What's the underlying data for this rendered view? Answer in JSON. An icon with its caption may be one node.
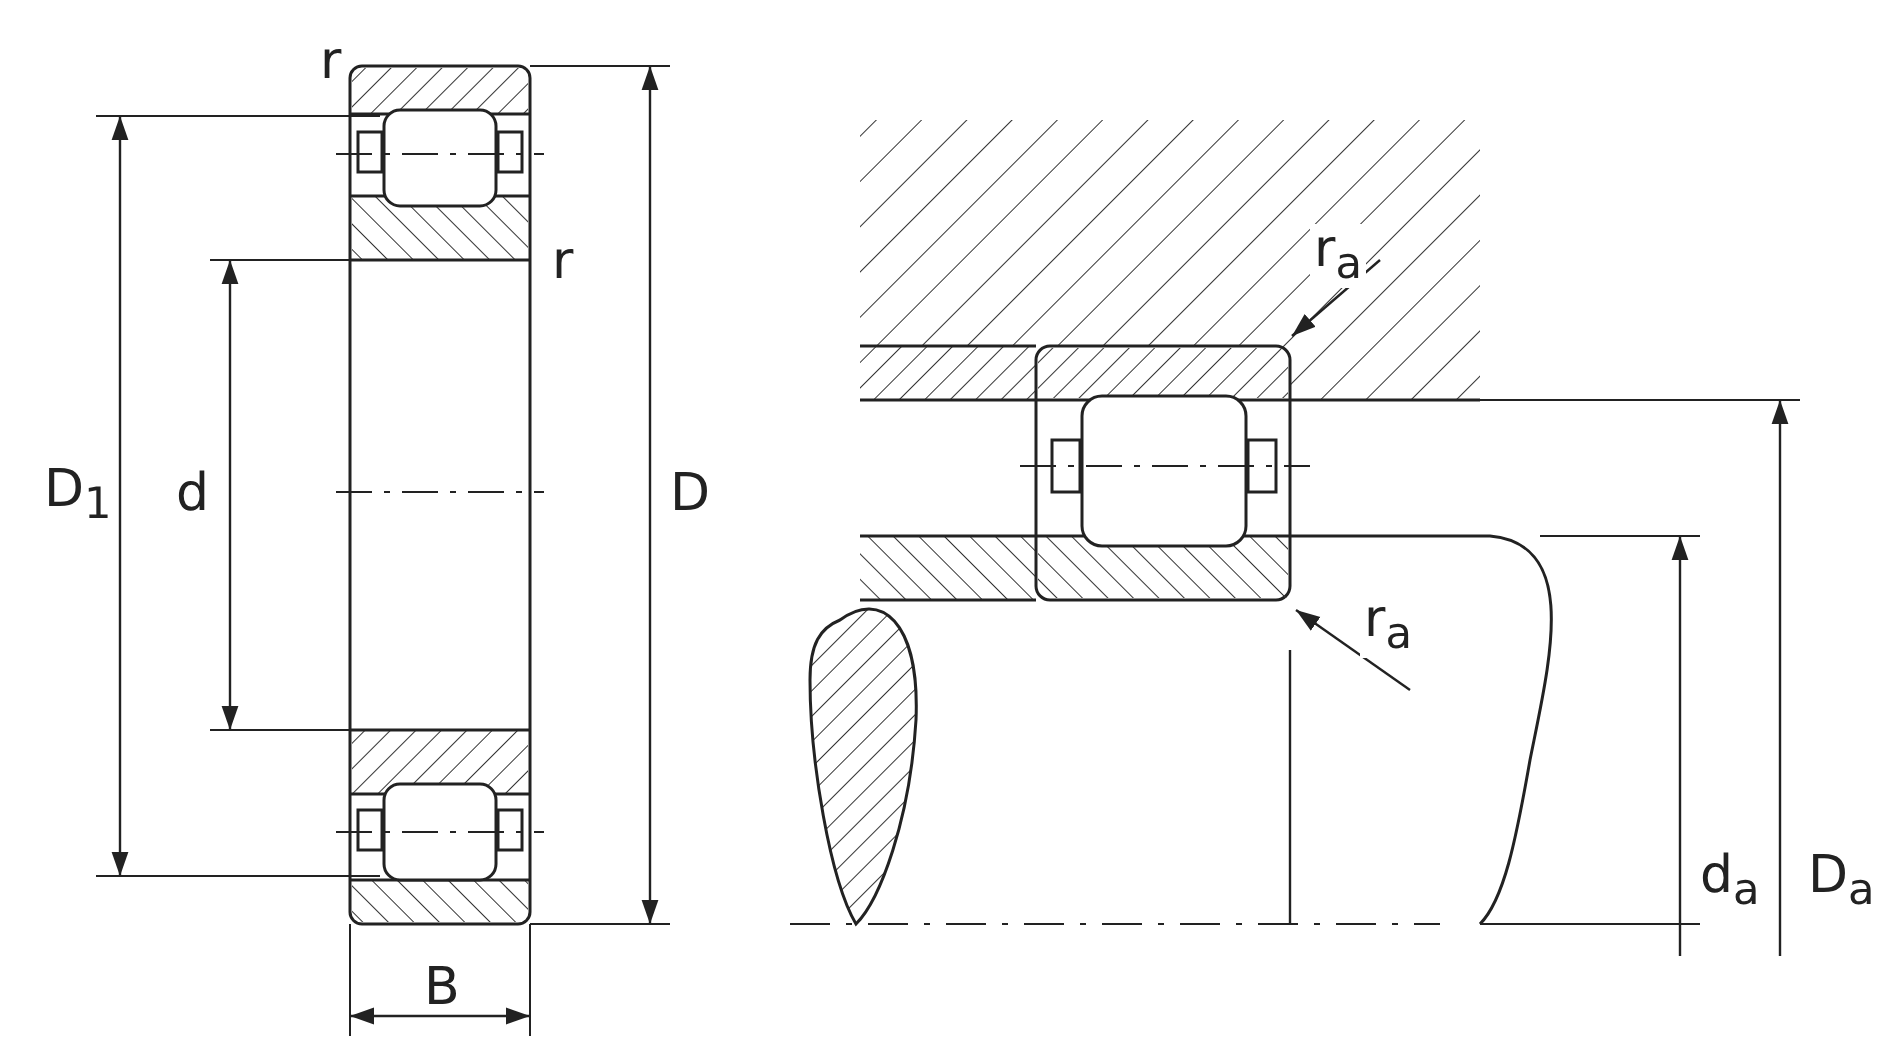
{
  "diagram": {
    "labels": [
      "r",
      "r",
      "D$_{1}$",
      "d",
      "D",
      "B",
      "r$_{a}$",
      "r$_{a}$",
      "d$_{a}$",
      "D$_{a}$"
    ]
  }
}
